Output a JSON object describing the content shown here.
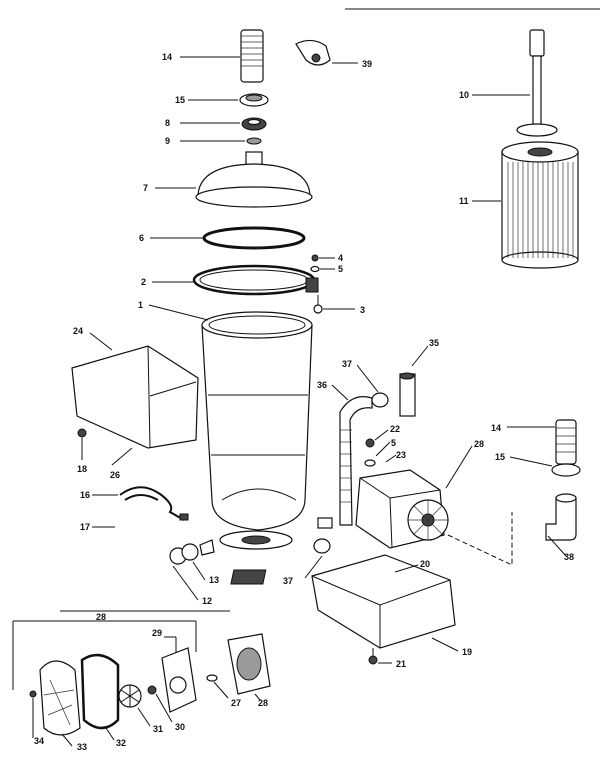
{
  "callouts": {
    "c1": "1",
    "c2": "2",
    "c3": "3",
    "c4": "4",
    "c5a": "5",
    "c5b": "5",
    "c6": "6",
    "c7": "7",
    "c8": "8",
    "c9": "9",
    "c10": "10",
    "c11": "11",
    "c12": "12",
    "c13": "13",
    "c14a": "14",
    "c14b": "14",
    "c15a": "15",
    "c15b": "15",
    "c16": "16",
    "c17": "17",
    "c18": "18",
    "c19": "19",
    "c20": "20",
    "c21": "21",
    "c22": "22",
    "c23": "23",
    "c24": "24",
    "c26": "26",
    "c27": "27",
    "c28a": "28",
    "c28b": "28",
    "c28c": "28",
    "c29": "29",
    "c30": "30",
    "c31": "31",
    "c32": "32",
    "c33": "33",
    "c34": "34",
    "c35": "35",
    "c36": "36",
    "c37a": "37",
    "c37b": "37",
    "c38": "38",
    "c39": "39"
  }
}
